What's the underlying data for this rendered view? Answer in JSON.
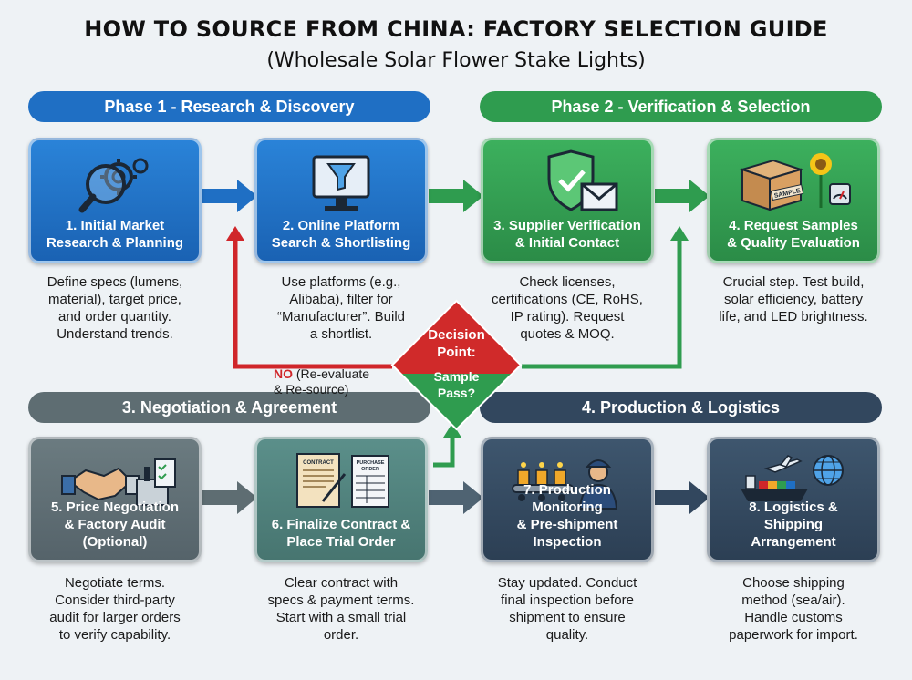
{
  "title": "HOW TO SOURCE FROM CHINA: FACTORY SELECTION GUIDE",
  "subtitle": "(Wholesale Solar Flower Stake Lights)",
  "phases": {
    "p1": "Phase 1 - Research & Discovery",
    "p2": "Phase 2 - Verification & Selection",
    "p3": "3. Negotiation & Agreement",
    "p4": "4. Production & Logistics"
  },
  "colors": {
    "blue": "#1f6fc4",
    "green": "#2f9c4f",
    "slate": "#5e6d72",
    "teal": "#4f7d79",
    "navy": "#32475e",
    "red": "#d0262a",
    "decision": "#d02a2a"
  },
  "steps": [
    {
      "title": "1. Initial Market\nResearch & Planning",
      "desc": "Define specs (lumens,\nmaterial), target price,\nand order quantity.\nUnderstand trends.",
      "icon": "magnifier-gears-icon"
    },
    {
      "title": "2. Online Platform\nSearch & Shortlisting",
      "desc": "Use platforms (e.g.,\nAlibaba), filter for\n“Manufacturer”. Build\na shortlist.",
      "icon": "monitor-funnel-icon"
    },
    {
      "title": "3. Supplier Verification\n& Initial Contact",
      "desc": "Check licenses,\ncertifications (CE, RoHS,\nIP rating). Request\nquotes & MOQ.",
      "icon": "shield-envelope-icon"
    },
    {
      "title": "4. Request Samples\n& Quality Evaluation",
      "desc": "Crucial step. Test build,\nsolar efficiency, battery\nlife, and LED brightness.",
      "icon": "sample-box-flower-icon",
      "icon_text": "SAMPLE"
    },
    {
      "title": "5. Price Negotiation\n& Factory Audit\n(Optional)",
      "desc": "Negotiate terms.\nConsider third-party\naudit for larger orders\nto verify capability.",
      "icon": "handshake-factory-icon"
    },
    {
      "title": "6. Finalize Contract &\nPlace Trial Order",
      "desc": "Clear contract with\nspecs & payment terms.\nStart with a small trial\norder.",
      "icon": "contract-purchase-order-icon",
      "icon_text_1": "CONTRACT",
      "icon_text_2": "PURCHASE\nORDER"
    },
    {
      "title": "7. Production Monitoring\n& Pre-shipment\nInspection",
      "desc": "Stay updated. Conduct\nfinal inspection before\nshipment to ensure\nquality.",
      "icon": "conveyor-inspector-icon"
    },
    {
      "title": "8. Logistics &\nShipping\nArrangement",
      "desc": "Choose shipping\nmethod (sea/air).\nHandle customs\npaperwork for import.",
      "icon": "ship-plane-globe-icon"
    }
  ],
  "decision": {
    "line1": "Decision\nPoint:",
    "line2": "Sample\nPass?",
    "no_word": "NO",
    "no_rest": " (Re-evaluate\n& Re-source)"
  }
}
